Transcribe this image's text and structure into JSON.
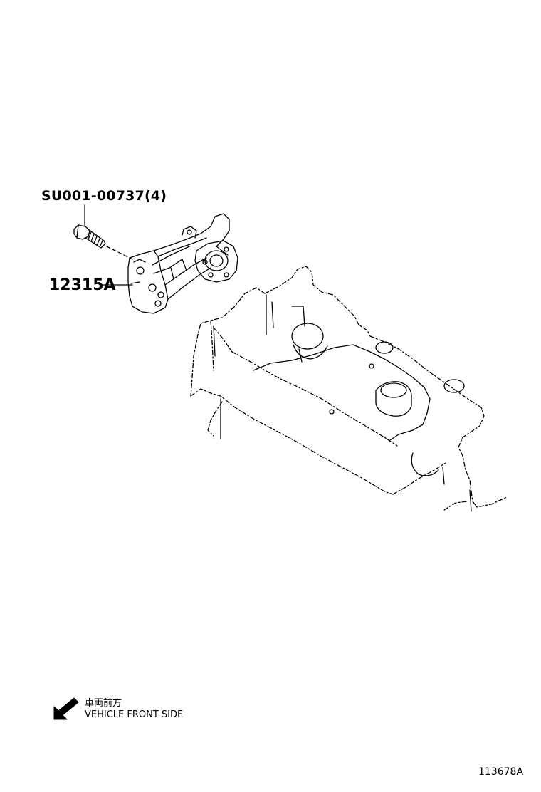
{
  "callouts": {
    "bolt": "SU001-00737(4)",
    "bracket": "12315A"
  },
  "legend": {
    "japanese": "車両前方",
    "english": "VEHICLE FRONT SIDE",
    "arrow_icon": "arrow-down-left-icon"
  },
  "figure_id": "113678A",
  "colors": {
    "line": "#000000",
    "background": "#ffffff"
  }
}
